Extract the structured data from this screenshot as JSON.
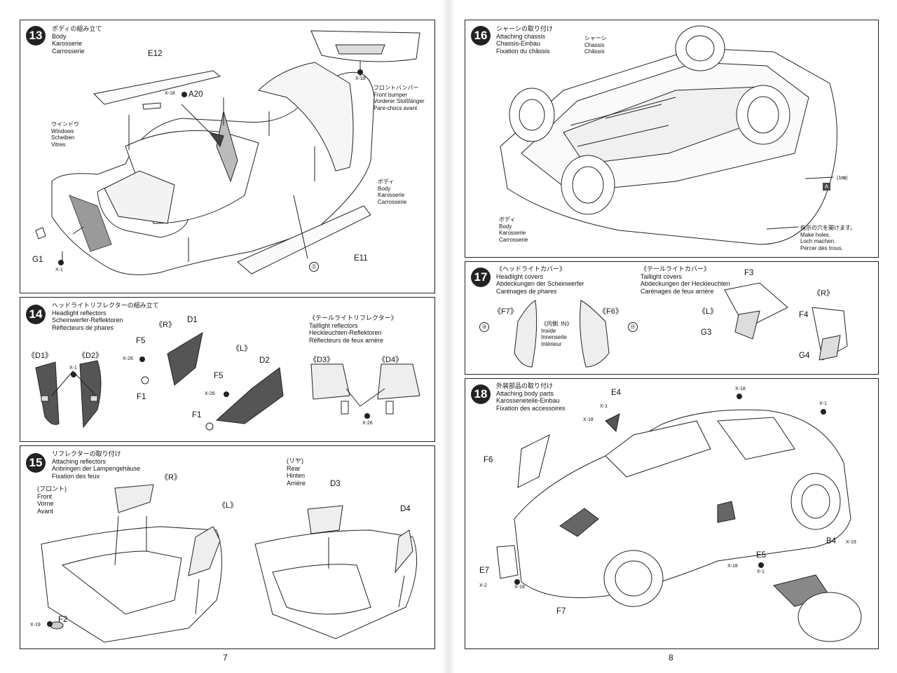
{
  "pages": {
    "left": "7",
    "right": "8"
  },
  "step13": {
    "num": "13",
    "title_jp": "ボディの組み立て",
    "title_en": "Body",
    "title_de": "Karosserie",
    "title_fr": "Carrosserie",
    "windows": [
      "ウインドウ",
      "Windows",
      "Scheiben",
      "Vitres"
    ],
    "front_bumper": [
      "フロントバンパー",
      "Front bumper",
      "Vorderer Stoßfänger",
      "Pare-chocs avant"
    ],
    "body": [
      "ボディ",
      "Body",
      "Karosserie",
      "Carrosserie"
    ],
    "parts": {
      "e12": "E12",
      "a20": "A20",
      "e11": "E11",
      "g1": "G1"
    },
    "screws": {
      "x18a": "X-18",
      "x18b": "X-18",
      "x1": "X-1"
    },
    "ref21": "㉑"
  },
  "step14": {
    "num": "14",
    "title_jp": "ヘッドライトリフレクターの組み立て",
    "title_en": "Headlight reflectors",
    "title_de": "Scheinwerfer-Reflektoren",
    "title_fr": "Réflecteurs de phares",
    "tail_title": [
      "《テールライトリフレクター》",
      "Taillight reflectors",
      "Heckleuchten-Reflektoren",
      "Réflecteurs de feux arrière"
    ],
    "d1": "《D1》",
    "d2": "《D2》",
    "r": "《R》",
    "l": "《L》",
    "d3": "《D3》",
    "d4": "《D4》",
    "parts": {
      "d1": "D1",
      "d2": "D2",
      "f5a": "F5",
      "f5b": "F5",
      "f1a": "F1",
      "f1b": "F1"
    },
    "screws": {
      "x1": "X-1",
      "x26a": "X-26",
      "x26b": "X-26",
      "x26c": "X-26"
    }
  },
  "step15": {
    "num": "15",
    "title_jp": "リフレクターの取り付け",
    "title_en": "Attaching reflectors",
    "title_de": "Anbringen der Lampengehäuse",
    "title_fr": "Fixation des feux",
    "front": [
      "(フロント)",
      "Front",
      "Vorne",
      "Avant"
    ],
    "rear": [
      "(リヤ)",
      "Rear",
      "Hinten",
      "Arrière"
    ],
    "r": "《R》",
    "l": "《L》",
    "parts": {
      "d3": "D3",
      "d4": "D4",
      "f2": "F2"
    },
    "screws": {
      "x19": "X-19"
    }
  },
  "step16": {
    "num": "16",
    "title_jp": "シャーシの取り付け",
    "title_en": "Attaching chassis",
    "title_de": "Chassis-Einbau",
    "title_fr": "Fixation du châssis",
    "chassis": [
      "シャーシ",
      "Chassis",
      "Châssis"
    ],
    "body": [
      "ボディ",
      "Body",
      "Karosserie",
      "Carrosserie"
    ],
    "holes": [
      "指示の穴を開けます。",
      "Make holes.",
      "Loch machen.",
      "Percer des trous."
    ],
    "drill": "(1㎜)",
    "box_a": "A"
  },
  "step17": {
    "num": "17",
    "title_jp": "《ヘッドライトカバー》",
    "title_en": "Headlight covers",
    "title_de": "Abdeckungen der Scheinwerfer",
    "title_fr": "Carénages de phares",
    "tail_title": [
      "《テールライトカバー》",
      "Taillight covers",
      "Abdeckungen der Heckleuchten",
      "Carénages de feux arrière"
    ],
    "f7": "《F7》",
    "f6": "《F6》",
    "inside": [
      "《内側: IN》",
      "Inside",
      "Innenseite",
      "Intérieur"
    ],
    "l": "《L》",
    "r": "《R》",
    "ref18": "⑱",
    "ref19": "⑲",
    "parts": {
      "f3": "F3",
      "g3": "G3",
      "f4": "F4",
      "g4": "G4"
    }
  },
  "step18": {
    "num": "18",
    "title_jp": "外装部品の取り付け",
    "title_en": "Attaching body parts",
    "title_de": "Karosserieteile-Einbau",
    "title_fr": "Fixation des accessoires",
    "parts": {
      "e4": "E4",
      "f6": "F6",
      "e7": "E7",
      "f7": "F7",
      "e5": "E5",
      "b4": "B4"
    },
    "screws": {
      "x1a": "X-1",
      "x18a": "X-18",
      "x18b": "X-18",
      "x1b": "X-1",
      "x2": "X-2",
      "x18c": "X-18",
      "x18d": "X-18",
      "x1c": "X-1",
      "x19": "X-19"
    }
  }
}
